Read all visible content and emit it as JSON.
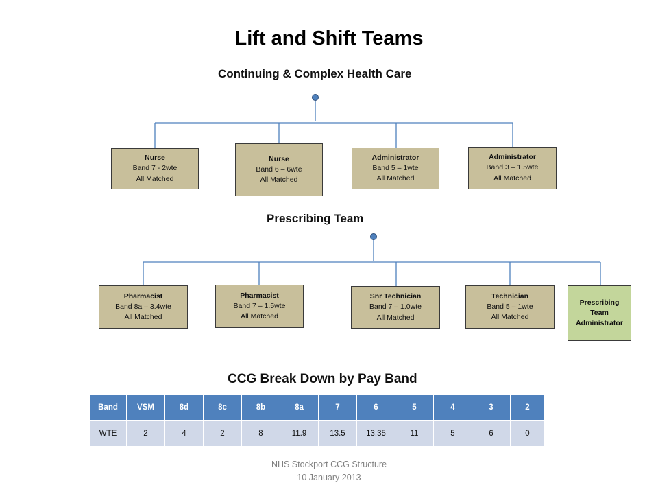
{
  "title": "Lift and Shift Teams",
  "section_ccch": {
    "heading": "Continuing  & Complex Health Care",
    "boxes": [
      {
        "role": "Nurse",
        "band": "Band 7 - 2wte",
        "status": "All Matched"
      },
      {
        "role": "Nurse",
        "band": "Band 6 – 6wte",
        "status": "All Matched"
      },
      {
        "role": "Administrator",
        "band": "Band 5 – 1wte",
        "status": "All Matched"
      },
      {
        "role": "Administrator",
        "band": "Band 3 – 1.5wte",
        "status": "All Matched"
      }
    ]
  },
  "section_prescribing": {
    "heading": "Prescribing Team",
    "boxes": [
      {
        "role": "Pharmacist",
        "band": "Band 8a – 3.4wte",
        "status": "All Matched"
      },
      {
        "role": "Pharmacist",
        "band": "Band 7 – 1.5wte",
        "status": "All Matched"
      },
      {
        "role": "Snr Technician",
        "band": "Band 7 – 1.0wte",
        "status": "All Matched"
      },
      {
        "role": "Technician",
        "band": "Band 5 – 1wte",
        "status": "All Matched"
      }
    ],
    "admin_box": {
      "line1": "Prescribing",
      "line2": "Team",
      "line3": "Administrator"
    }
  },
  "breakdown": {
    "heading": "CCG Break Down by Pay Band",
    "header": [
      "Band",
      "VSM",
      "8d",
      "8c",
      "8b",
      "8a",
      "7",
      "6",
      "5",
      "4",
      "3",
      "2"
    ],
    "row": [
      "WTE",
      "2",
      "4",
      "2",
      "8",
      "11.9",
      "13.5",
      "13.35",
      "11",
      "5",
      "6",
      "0"
    ]
  },
  "footer": {
    "line1": "NHS Stockport CCG Structure",
    "line2": "10 January 2013"
  },
  "colors": {
    "box_fill": "#c8bf9b",
    "admin_fill": "#c3d69b",
    "connector": "#4f81bd",
    "table_header": "#4f81bd",
    "table_cell": "#d0d8e8"
  }
}
